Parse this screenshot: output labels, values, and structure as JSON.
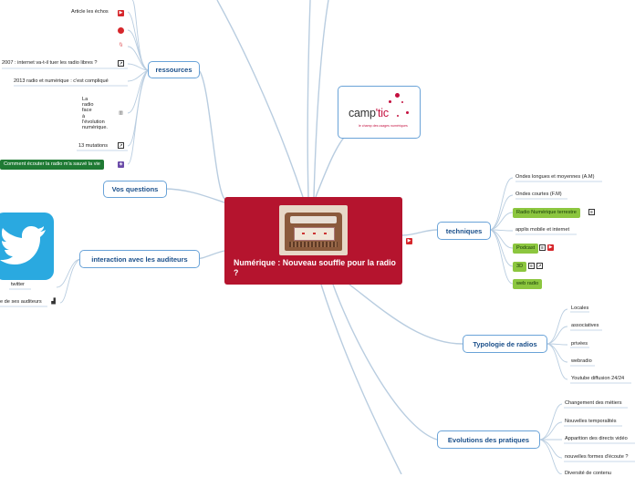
{
  "central": {
    "title": "Numérique : Nouveau souffle pour la radio ?"
  },
  "logo": {
    "word_a": "camp",
    "word_b": "tic",
    "tagline": "le champ des usages numériques"
  },
  "topics": {
    "ressources": "ressources",
    "vos_questions": "Vos questions",
    "interaction": "interaction avec les auditeurs",
    "techniques": "techniques",
    "typologie": "Typologie de radios",
    "evolutions": "Evolutions des pratiques"
  },
  "ressources": {
    "article_echos": "Article les échos",
    "internet_2007": "2007 : internet va-t-il tuer les radio libres ?",
    "radio_2013": "2013 radio et numérique : c'est compliqué",
    "la_radio_face": [
      "La",
      "radio",
      "face",
      "à",
      "l'évolution",
      "numérique."
    ],
    "mutations": "13 mutations",
    "ecouter": "Comment écouter la radio m'a sauvé la vie"
  },
  "interaction": {
    "twitter": "twitter",
    "auditeurs": "e de ses auditeurs"
  },
  "techniques": [
    "Ondes longues et moyennes (A.M)",
    "Ondes courtes (F.M)",
    "Radio Numérique terrestre",
    "applis mobile et internet",
    "Podcast",
    "3D",
    "web radio"
  ],
  "typologie": [
    "Locales",
    "associatives",
    "privées",
    "webradio",
    "Youtube diffusion 24/24"
  ],
  "evolutions": [
    "Changement des métiers",
    "Nouvelles temporalités",
    "Apparition des directs vidéo",
    "nouvelles formes d'écoute ?",
    "Diversité de contenu"
  ],
  "icons": {
    "note": "note-icon",
    "external": "external-link-icon",
    "red_badge": "red-media-icon",
    "purple_badge": "purple-media-icon"
  },
  "colors": {
    "central": "#b5142e",
    "topic_border": "#6aa3d8",
    "topic_text": "#1a4f8a",
    "tag": "#8cc63f",
    "dark_tag": "#1f7a34",
    "link": "#b9cde0"
  }
}
